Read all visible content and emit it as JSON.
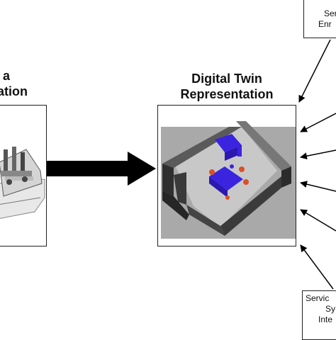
{
  "left_panel": {
    "title_line1": "a",
    "title_line2": "ation"
  },
  "center_panel": {
    "title_line1": "Digital Twin",
    "title_line2": "Representation"
  },
  "service_top": {
    "line1": "Ser",
    "line2": "Enr"
  },
  "service_bottom": {
    "line1": "Servic",
    "line2": "Sy",
    "line3": "Inte"
  },
  "colors": {
    "arrow": "#000000",
    "furniture": "#3a24e0",
    "chairs": "#d9502a",
    "walls": "#3b3b3b",
    "floor": "#a8a8a8"
  }
}
